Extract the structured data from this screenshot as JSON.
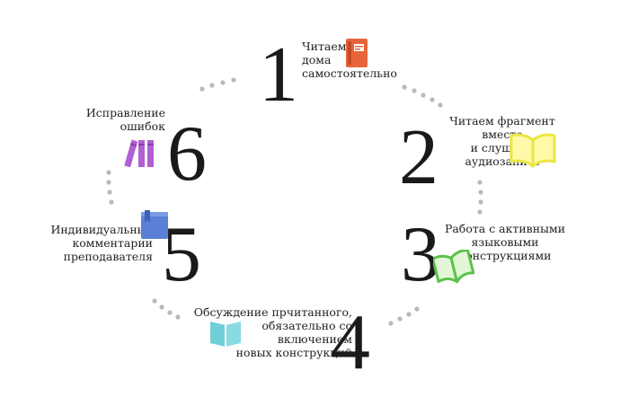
{
  "steps": [
    {
      "number": "1",
      "lines": [
        "Читаем",
        "дома",
        "самостоятельно"
      ],
      "icon": "red-book-icon",
      "color": "#e8643a"
    },
    {
      "number": "2",
      "lines": [
        "Читаем фрагмент",
        "вместе",
        "и слушаем",
        "аудиозапись"
      ],
      "icon": "yellow-open-book-icon",
      "color": "#e9e645"
    },
    {
      "number": "3",
      "lines": [
        "Работа с активными",
        "языковыми",
        "конструкциями"
      ],
      "icon": "green-open-book-icon",
      "color": "#5bc24a"
    },
    {
      "number": "4",
      "lines": [
        "Обсуждение прчитанного,",
        "обязательно со",
        "включением",
        "новых конструкций"
      ],
      "icon": "teal-open-book-icon",
      "color": "#6fd0d8"
    },
    {
      "number": "5",
      "lines": [
        "Индивидуальные",
        "комментарии",
        "преподавателя"
      ],
      "icon": "blue-bookmarked-book-icon",
      "color": "#5b7fd6"
    },
    {
      "number": "6",
      "lines": [
        "Исправление",
        "ошибок"
      ],
      "icon": "purple-books-icon",
      "color": "#b060d0"
    }
  ],
  "colors": {
    "dots": "#b9b9b9",
    "numbers": "#1a1a1a"
  }
}
